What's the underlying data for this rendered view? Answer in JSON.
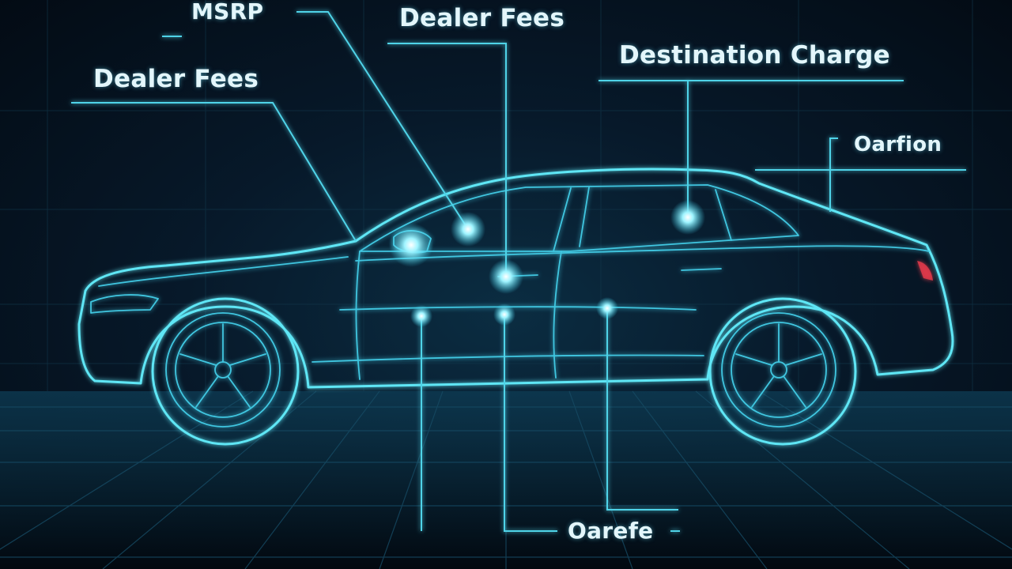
{
  "labels": {
    "msrp": "MSRP",
    "dealer_fees_top": "Dealer Fees",
    "dealer_fees_left": "Dealer Fees",
    "destination_charge": "Destination Charge",
    "right_label": "Oarfion",
    "bottom_label": "Oarefe"
  },
  "colors": {
    "background": "#04111c",
    "accent": "#5ee6f5",
    "text": "#e3f6fb"
  }
}
